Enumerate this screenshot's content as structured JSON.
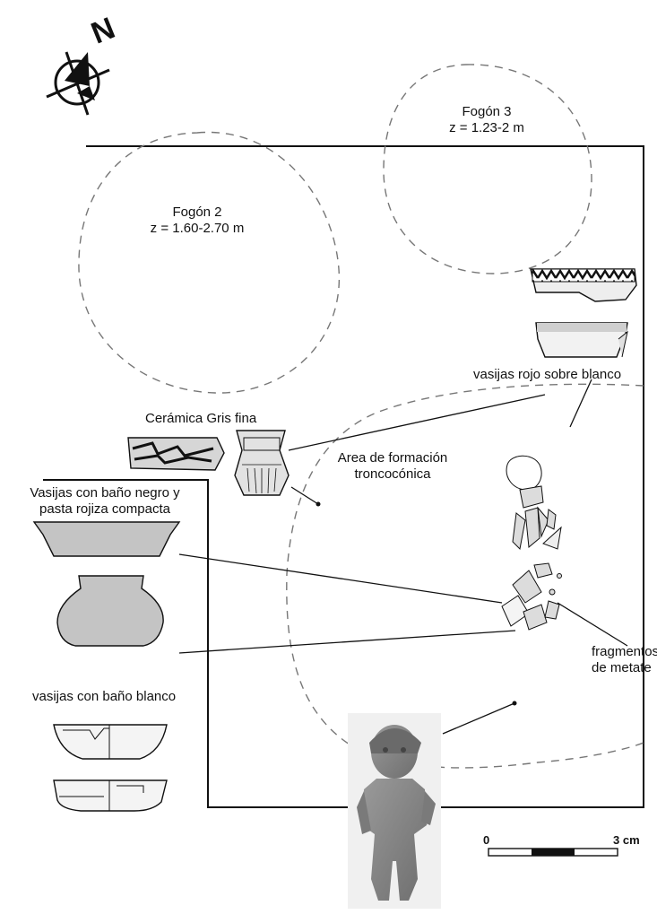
{
  "compass": {
    "letter": "N",
    "icon": "north-arrow-icon"
  },
  "features": {
    "fogon2": {
      "name": "Fogón 2",
      "depth": "z = 1.60-2.70 m"
    },
    "fogon3": {
      "name": "Fogón 3",
      "depth": "z = 1.23-2 m"
    },
    "area": {
      "line1": "Area de formación",
      "line2": "troncocónica"
    }
  },
  "labels": {
    "rojo_sobre_blanco": "vasijas rojo sobre blanco",
    "gris_fina": "Cerámica Gris fina",
    "bano_negro_1": "Vasijas con baño negro y",
    "bano_negro_2": "pasta rojiza compacta",
    "bano_blanco": "vasijas con baño blanco",
    "metate_1": "fragmentos",
    "metate_2": "de metate"
  },
  "scale": {
    "start": "0",
    "end": "3 cm"
  },
  "colors": {
    "line": "#111111",
    "dashed": "#777777",
    "vessel_fill": "#c4c4c4",
    "figurine": "#8a8a8a"
  }
}
